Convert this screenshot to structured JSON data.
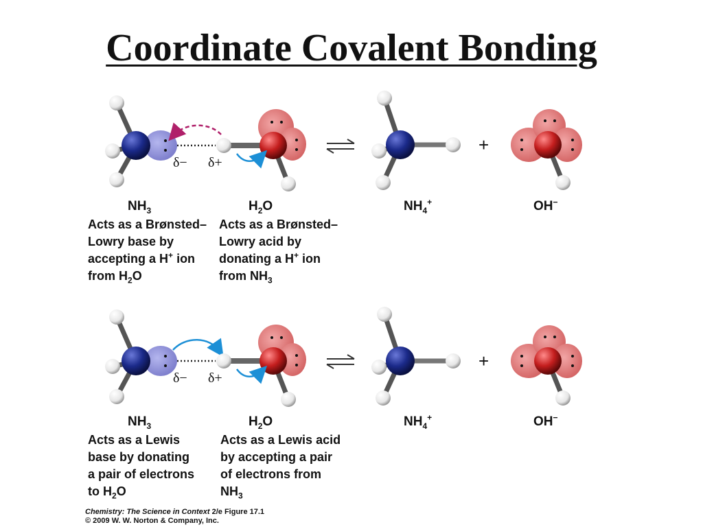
{
  "title": "Coordinate Covalent Bonding",
  "delta_minus": "δ−",
  "delta_plus": "δ+",
  "plus_sign": "+",
  "equilibrium_symbol": "⇌",
  "rows": [
    {
      "species": {
        "nh3": {
          "base": "NH",
          "sub": "3"
        },
        "h2o": {
          "a": "H",
          "sub": "2",
          "b": "O"
        },
        "nh4": {
          "base": "NH",
          "sub": "4",
          "sup": "+"
        },
        "oh": {
          "base": "OH",
          "sup": "−"
        }
      },
      "left_desc": {
        "l1": "Acts as a Brønsted–",
        "l2": "Lowry base by",
        "l3a": "accepting a H",
        "l3sup": "+",
        "l3b": " ion",
        "l4a": "from H",
        "l4sub": "2",
        "l4b": "O"
      },
      "right_desc": {
        "l1": "Acts as a Brønsted–",
        "l2": "Lowry acid by",
        "l3a": "donating a H",
        "l3sup": "+",
        "l3b": " ion",
        "l4a": "from NH",
        "l4sub": "3"
      }
    },
    {
      "species": {
        "nh3": {
          "base": "NH",
          "sub": "3"
        },
        "h2o": {
          "a": "H",
          "sub": "2",
          "b": "O"
        },
        "nh4": {
          "base": "NH",
          "sub": "4",
          "sup": "+"
        },
        "oh": {
          "base": "OH",
          "sup": "−"
        }
      },
      "left_desc": {
        "l1": "Acts as a Lewis",
        "l2": "base by donating",
        "l3": "a pair of electrons",
        "l4a": "to H",
        "l4sub": "2",
        "l4b": "O"
      },
      "right_desc": {
        "l1": "Acts as a Lewis acid",
        "l2": "by accepting a pair",
        "l3": "of electrons from",
        "l4a": "NH",
        "l4sub": "3"
      }
    }
  ],
  "credit": {
    "book": "Chemistry: The Science in Context",
    "edition": " 2/e  Figure 17.1",
    "copyright": "© 2009 W. W. Norton & Company, Inc."
  },
  "colors": {
    "nitrogen": "#1b2a8a",
    "lone_pair_lobe": "#8f90d6",
    "oxygen": "#c41e1e",
    "oxygen_lobe": "#e07a7a",
    "hydrogen": "#f2f2f2",
    "bond": "#555555",
    "arrow_bronsted": "#b0206a",
    "arrow_lewis": "#1c8fd6"
  }
}
